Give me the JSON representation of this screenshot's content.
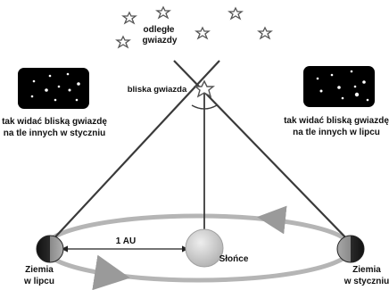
{
  "labels": {
    "distant_stars_line1": "odległe",
    "distant_stars_line2": "gwiazdy",
    "near_star": "bliska gwiazda",
    "caption_left_line1": "tak widać bliską gwiazdę",
    "caption_left_line2": "na tle innych w styczniu",
    "caption_right_line1": "tak widać bliską gwiazdę",
    "caption_right_line2": "na tle innych w lipcu",
    "distance": "1 AU",
    "sun": "Słońce",
    "earth_left_line1": "Ziemia",
    "earth_left_line2": "w lipcu",
    "earth_right_line1": "Ziemia",
    "earth_right_line2": "w styczniu"
  },
  "colors": {
    "sun": "#cfcfcf",
    "orbit": "#b8b8b8",
    "sight_lines": "#3a3a3a",
    "star": "#555555",
    "sky_panel": "#000000"
  }
}
